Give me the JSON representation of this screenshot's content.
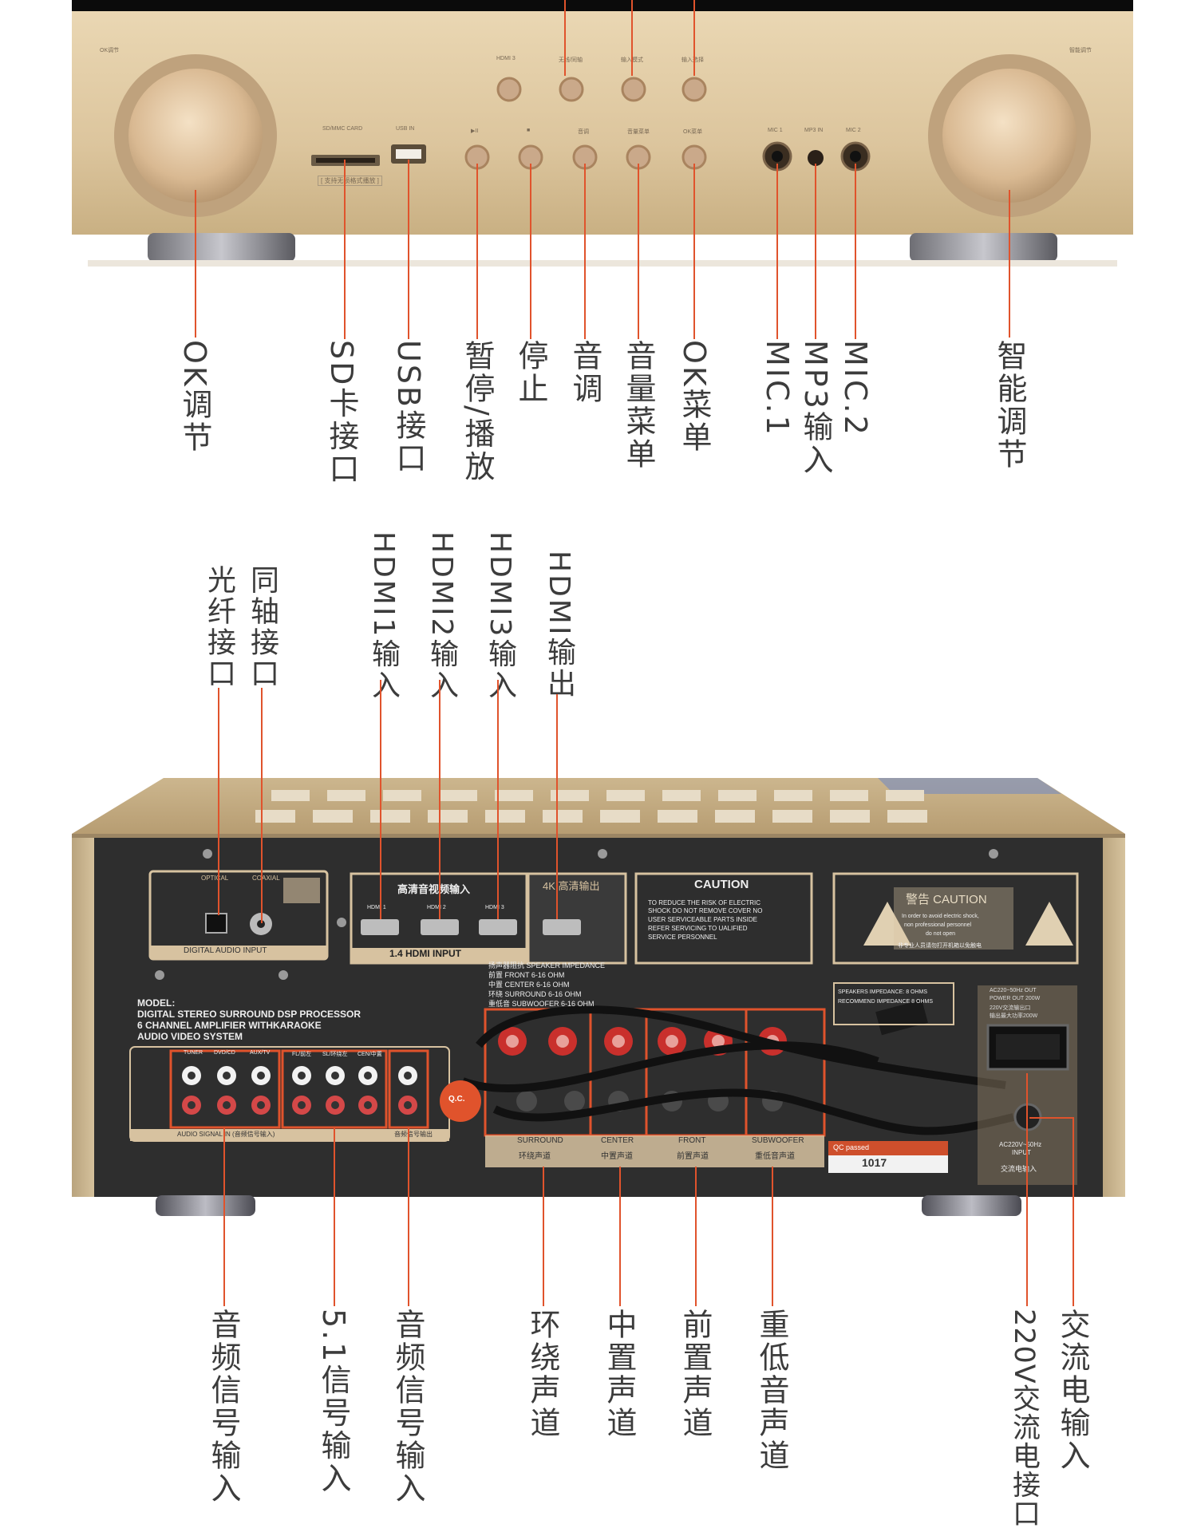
{
  "front_panel": {
    "small_labels": {
      "knob_left": "OK调节",
      "knob_right": "智能调节",
      "top_row": [
        "HDMI 3",
        "无线/同轴",
        "输入模式",
        "输入选择"
      ],
      "sd_card": "SD/MMC CARD",
      "usb": "USB IN",
      "media_caption": "[ 支持无损格式播放 ]",
      "bottom_row": [
        "▶II",
        "■",
        "音调",
        "音量菜单",
        "OK菜单"
      ],
      "mic1": "MIC 1",
      "mp3": "MP3 IN",
      "mic2": "MIC 2"
    },
    "callouts": [
      "OK调节",
      "SD卡接口",
      "USB接口",
      "暂停/播放",
      "停止",
      "音调",
      "音量菜单",
      "OK菜单",
      "MIC.1",
      "MP3输入",
      "MIC.2",
      "智能调节"
    ]
  },
  "rear_top_callouts": [
    "光纤接口",
    "同轴接口",
    "HDMI1输入",
    "HDMI2输入",
    "HDMI3输入",
    "HDMI输出"
  ],
  "rear_panel": {
    "optical": "OPTICAL",
    "coaxial": "COAXIAL",
    "digital_audio_input": "DIGITAL AUDIO INPUT",
    "hdmi_title": "高清音视频输入",
    "hdmi_ports": [
      "HDMI 1",
      "HDMI 2",
      "HDMI 3"
    ],
    "hdmi_input_label": "1.4 HDMI INPUT",
    "hdmi_out_title": "4K 高清输出",
    "caution_title": "CAUTION",
    "caution_text": [
      "TO REDUCE THE RISK OF ELECTRIC",
      "SHOCK DO NOT REMOVE COVER NO",
      "USER SERVICEABLE PARTS INSIDE",
      "REFER SERVICING TO UALIFIED",
      "SERVICE PERSONNEL"
    ],
    "warning_title": "警告 CAUTION",
    "warning_text": [
      "In order to avoid electric shock,",
      "non professional personnel",
      "do not open",
      "非专业人员请勿打开机箱以免触电"
    ],
    "model_lines": [
      "MODEL:",
      "DIGITAL STEREO SURROUND DSP PROCESSOR",
      "6 CHANNEL AMPLIFIER WITHKARAOKE",
      "AUDIO VIDEO SYSTEM"
    ],
    "impedance_lines": [
      "扬声器阻抗  SPEAKER IMPEDANCE",
      "前置  FRONT         6-16 OHM",
      "中置  CENTER        6-16 OHM",
      "环绕  SURROUND      6-16 OHM",
      "重低音  SUBWOOFER   6-16 OHM"
    ],
    "speakers_impedance": [
      "SPEAKERS IMPEDANCE:   8 OHMS",
      "RECOMMEND IMPEDANCE 8 OHMS"
    ],
    "rca_top": [
      "TUNER",
      "DVD/CD",
      "AUX/TV",
      "FL/前左",
      "SL/环绕左",
      "CEN/中置"
    ],
    "audio_signal_in": "AUDIO SIGNAL IN (音频信号输入)",
    "audio_out": "音频信号输出",
    "speaker_groups": [
      "SURROUND",
      "CENTER",
      "FRONT",
      "SUBWOOFER"
    ],
    "speaker_groups_cn": [
      "环绕声道",
      "中置声道",
      "前置声道",
      "重低音声道"
    ],
    "qc": "Q.C.",
    "qc_label": "QC passed",
    "serial": "1017",
    "power_out_lines": [
      "AC220~50Hz OUT",
      "POWER OUT 200W",
      "220V交流输出口",
      "输出最大功率200W"
    ],
    "power_in_lines": [
      "AC220V~50Hz",
      "INPUT"
    ],
    "power_in_cn": "交流电输入"
  },
  "bottom_callouts": [
    "音频信号输入",
    "5.1信号输入",
    "音频信号输入",
    "环绕声道",
    "中置声道",
    "前置声道",
    "重低音声道",
    "220V交流电接口",
    "交流电输入"
  ],
  "colors": {
    "accent_line": "#e0532c",
    "gold": "#d9c29a",
    "dark_panel": "#2c2c2c"
  }
}
